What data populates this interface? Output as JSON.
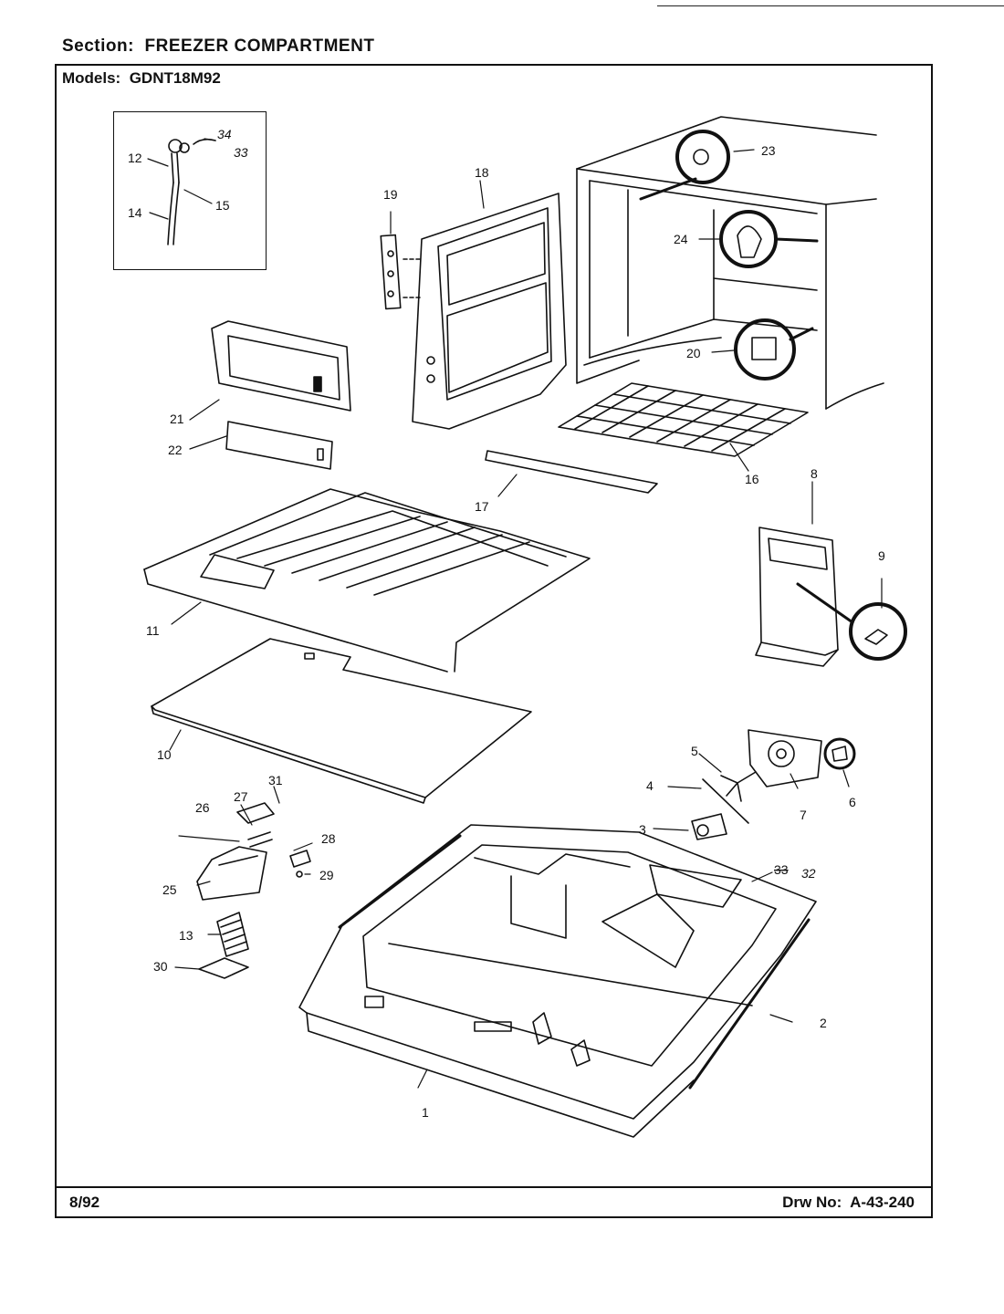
{
  "header": {
    "section_label": "Section:",
    "section_value": "FREEZER COMPARTMENT",
    "models_label": "Models:",
    "models_value": "GDNT18M92"
  },
  "footer": {
    "date": "8/92",
    "drawing_label": "Drw No:",
    "drawing_number": "A-43-240"
  },
  "callouts": {
    "c1": "1",
    "c2": "2",
    "c3": "3",
    "c4": "4",
    "c5": "5",
    "c6": "6",
    "c7": "7",
    "c8": "8",
    "c9": "9",
    "c10": "10",
    "c11": "11",
    "c12": "12",
    "c13": "13",
    "c14": "14",
    "c15": "15",
    "c16": "16",
    "c17": "17",
    "c18": "18",
    "c19": "19",
    "c20": "20",
    "c21": "21",
    "c22": "22",
    "c23": "23",
    "c24": "24",
    "c25": "25",
    "c26": "26",
    "c27": "27",
    "c28": "28",
    "c29": "29",
    "c30": "30",
    "c31": "31",
    "c32_old": "33",
    "c32_new": "32",
    "c34": "34",
    "c33": "33"
  }
}
